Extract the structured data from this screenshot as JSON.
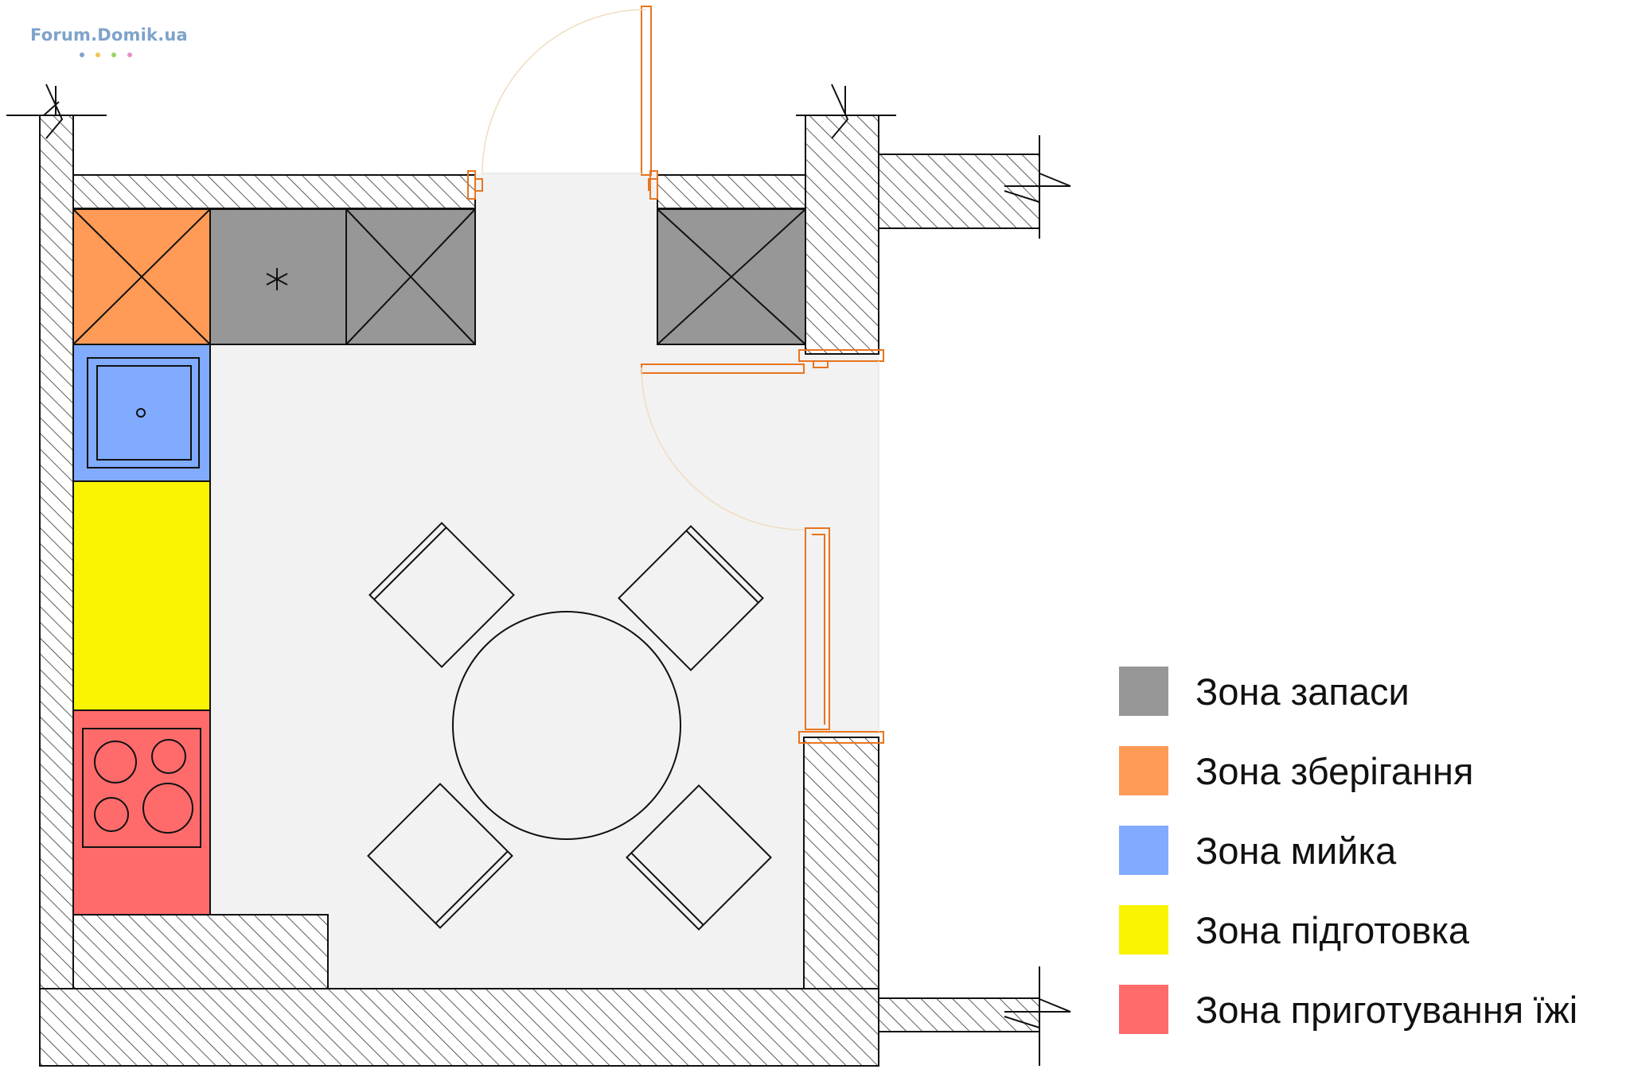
{
  "watermark": {
    "text": "Forum.Domik.ua",
    "dot_colors": [
      "#7fa3c9",
      "#f4c64f",
      "#9bd35f",
      "#e88fc4"
    ]
  },
  "legend": {
    "items": [
      {
        "label": "Зона запаси",
        "color": "#979797"
      },
      {
        "label": "Зона зберігання",
        "color": "#ff9b56"
      },
      {
        "label": "Зона мийка",
        "color": "#80abff"
      },
      {
        "label": "Зона підготовка",
        "color": "#faf400"
      },
      {
        "label": "Зона приготування їжі",
        "color": "#ff6b6b"
      }
    ]
  },
  "plan_colors": {
    "floor": "#f2f2f2",
    "wall_fill": "#ffffff",
    "hatch": "#333333",
    "door": "#e8741e",
    "door_arc": "#f0dcc0",
    "line": "#111111"
  }
}
